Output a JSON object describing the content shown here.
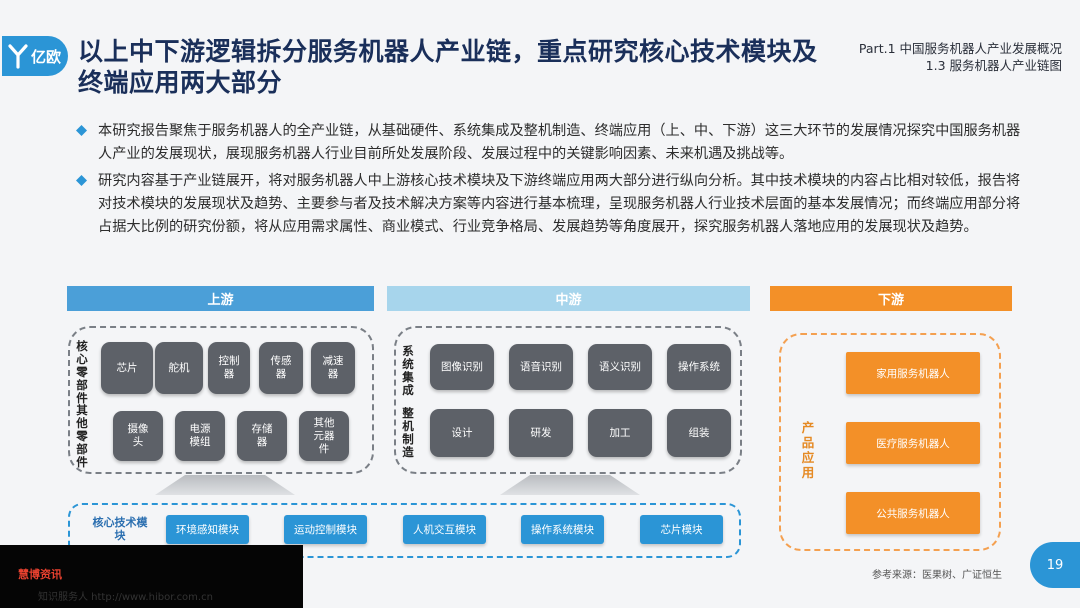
{
  "logo": {
    "text": "亿欧"
  },
  "title": "以上中下游逻辑拆分服务机器人产业链，重点研究核心技术模块及终端应用两大部分",
  "part": {
    "line1": "Part.1 中国服务机器人产业发展概况",
    "line2": "1.3 服务机器人产业链图"
  },
  "bullets": [
    "本研究报告聚焦于服务机器人的全产业链，从基础硬件、系统集成及整机制造、终端应用（上、中、下游）这三大环节的发展情况探究中国服务机器人产业的发展现状，展现服务机器人行业目前所处发展阶段、发展过程中的关键影响因素、未来机遇及挑战等。",
    "研究内容基于产业链展开，将对服务机器人中上游核心技术模块及下游终端应用两大部分进行纵向分析。其中技术模块的内容占比相对较低，报告将对技术模块的发展现状及趋势、主要参与者及技术解决方案等内容进行基本梳理，呈现服务机器人行业技术层面的基本发展情况；而终端应用部分将占据大比例的研究份额，将从应用需求属性、商业模式、行业竞争格局、发展趋势等角度展开，探究服务机器人落地应用的发展现状及趋势。"
  ],
  "stages": {
    "up": "上游",
    "mid": "中游",
    "down": "下游"
  },
  "upstream": {
    "label_core": "核心零部件",
    "label_other": "其他零部件",
    "core": [
      "芯片",
      "舵机",
      "控制器",
      "传感器",
      "减速器"
    ],
    "other": [
      "摄像头",
      "电源模组",
      "存储器",
      "其他元器件"
    ]
  },
  "midstream": {
    "label_system": "系统集成",
    "label_whole": "整机制造",
    "system": [
      "图像识别",
      "语音识别",
      "语义识别",
      "操作系统"
    ],
    "whole": [
      "设计",
      "研发",
      "加工",
      "组装"
    ]
  },
  "downstream": {
    "label": "产品应用",
    "items": [
      "家用服务机器人",
      "医疗服务机器人",
      "公共服务机器人"
    ]
  },
  "core_tech": {
    "label": "核心技术模块",
    "modules": [
      "环境感知模块",
      "运动控制模块",
      "人机交互模块",
      "操作系统模块",
      "芯片模块"
    ]
  },
  "source": "参考来源：医果树、广证恒生",
  "page": "19",
  "watermark": {
    "title": "慧博资讯",
    "sub": "知识服务人 http://www.hibor.com.cn"
  },
  "colors": {
    "blue": "#2b95d6",
    "light_blue": "#a9d6ec",
    "orange": "#f39028",
    "dark_box": "#5d6168",
    "title": "#1a2f5a"
  }
}
